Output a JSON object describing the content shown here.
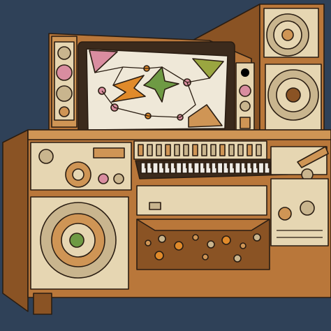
{
  "scene": {
    "subject": "retro-console-illustration",
    "colors": {
      "background": "#2f4158",
      "wood": "#b9773a",
      "wood_dark": "#8a5324",
      "wood_light": "#cf9555",
      "panel": "#e6d6b2",
      "panel_shadow": "#c9b58e",
      "outline": "#2a1d12",
      "screen": "#efe8d8",
      "screen_bezel": "#3b2a1c",
      "accent_orange": "#e08a2a",
      "accent_green": "#6e9a44",
      "accent_pink": "#d98da0",
      "accent_olive": "#9aa640",
      "keys": "#efece6"
    },
    "speaker_count": 3,
    "keyboard_white_keys": 24
  }
}
